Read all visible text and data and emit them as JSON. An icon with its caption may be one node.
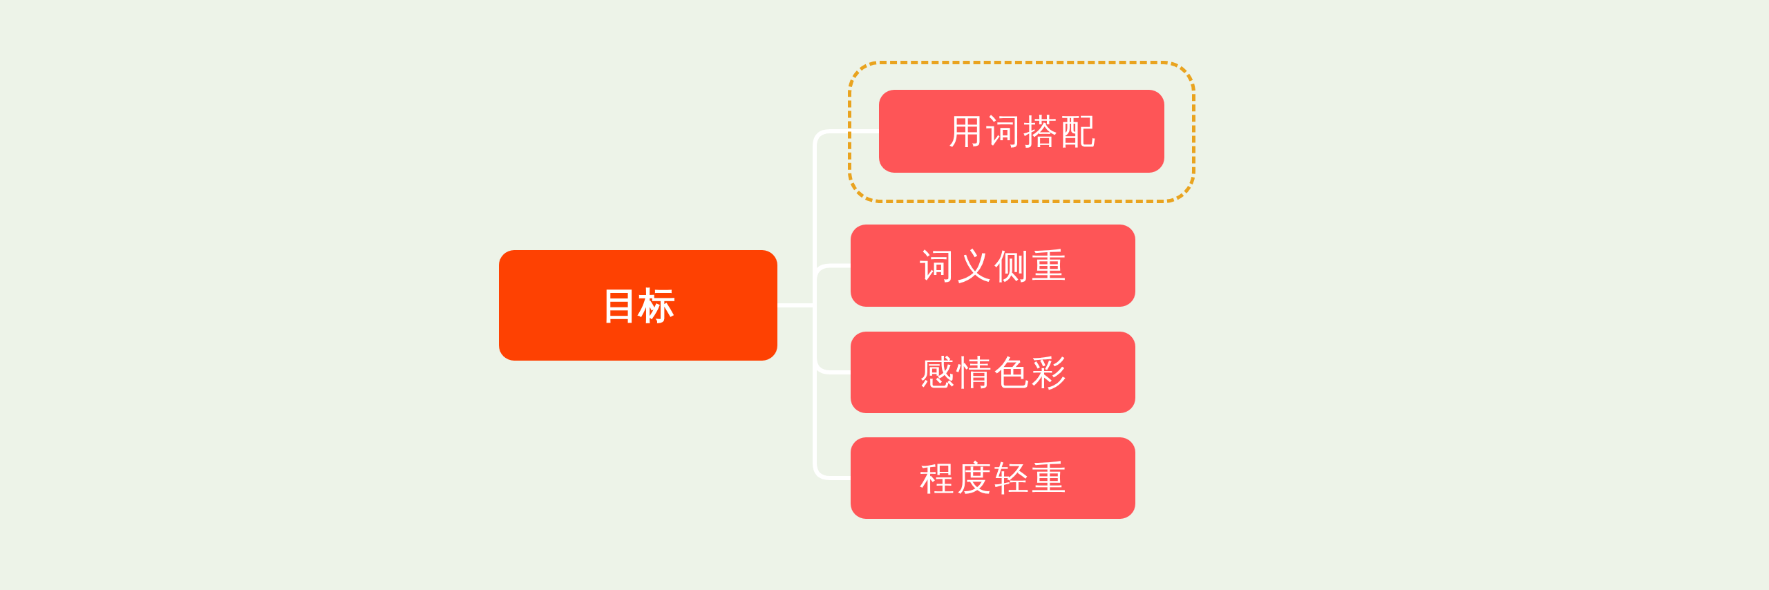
{
  "diagram": {
    "nodes": [
      {
        "text": [
          "目标"
        ]
      },
      {
        "text": [],
        "shape": "box"
      },
      {
        "text": [
          "用词搭配"
        ],
        "in": 1
      },
      {
        "text": [
          "词义侧重"
        ]
      },
      {
        "text": [
          "感情色彩"
        ]
      },
      {
        "text": [
          "程度轻重"
        ]
      }
    ],
    "edges": [
      {
        "from": 0,
        "to": 2,
        "arrow": "none"
      },
      {
        "from": 0,
        "to": 3,
        "arrow": "none"
      },
      {
        "from": 0,
        "to": 4,
        "arrow": "none"
      },
      {
        "from": 0,
        "to": 5,
        "arrow": "none"
      }
    ]
  }
}
